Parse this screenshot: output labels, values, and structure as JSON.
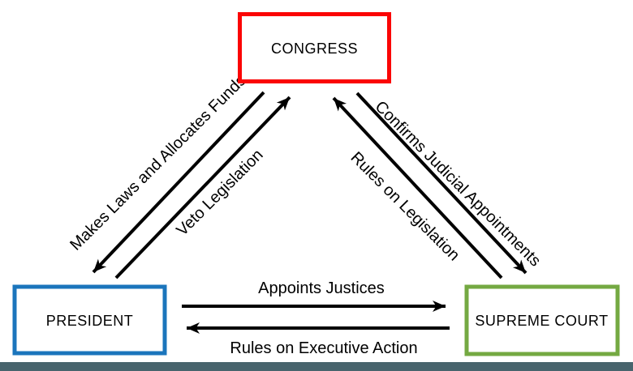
{
  "colors": {
    "congress_border": "#fb0505",
    "president_border": "#1b75bc",
    "supreme_court_border": "#74a942",
    "box_fill": "#ffffff",
    "arrow": "#000000",
    "text": "#000000",
    "footer_bar": "#48646d",
    "background": "#ffffff"
  },
  "nodes": {
    "congress": {
      "label": "CONGRESS"
    },
    "president": {
      "label": "PRESIDENT"
    },
    "supreme_court": {
      "label": "SUPREME COURT"
    }
  },
  "edges": [
    {
      "id": "congress-to-president",
      "from": "CONGRESS",
      "to": "PRESIDENT",
      "label": "Makes Laws and Allocates Funds"
    },
    {
      "id": "president-to-congress",
      "from": "PRESIDENT",
      "to": "CONGRESS",
      "label": "Veto Legislation"
    },
    {
      "id": "congress-to-supreme-court",
      "from": "CONGRESS",
      "to": "SUPREME COURT",
      "label": "Confirms Judicial Appointments"
    },
    {
      "id": "supreme-court-to-congress",
      "from": "SUPREME COURT",
      "to": "CONGRESS",
      "label": "Rules on Legislation"
    },
    {
      "id": "president-to-supreme-court",
      "from": "PRESIDENT",
      "to": "SUPREME COURT",
      "label": "Appoints Justices"
    },
    {
      "id": "supreme-court-to-president",
      "from": "SUPREME COURT",
      "to": "PRESIDENT",
      "label": "Rules on Executive Action"
    }
  ]
}
